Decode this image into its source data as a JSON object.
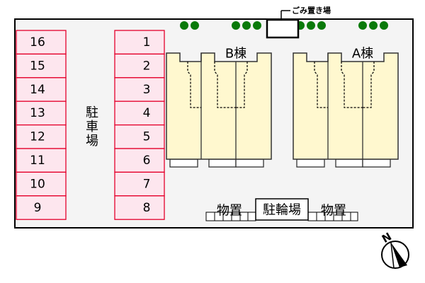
{
  "colors": {
    "site_bg": "#f4f4f4",
    "parking_fill": "#fde6ee",
    "parking_border": "#e4002b",
    "building_fill": "#fff8cf",
    "tree": "#0a7a0a"
  },
  "parking": {
    "label": "駐車場",
    "left_column": [
      "16",
      "15",
      "14",
      "13",
      "12",
      "11",
      "10",
      "9"
    ],
    "right_column": [
      "1",
      "2",
      "3",
      "4",
      "5",
      "6",
      "7",
      "8"
    ]
  },
  "buildings": [
    {
      "label": "B棟"
    },
    {
      "label": "A棟"
    }
  ],
  "garbage_area": {
    "label": "ごみ置き場"
  },
  "bottom": {
    "storage_left": "物置",
    "bicycle_parking": "駐輪場",
    "storage_right": "物置"
  },
  "compass": {
    "label": "N"
  }
}
